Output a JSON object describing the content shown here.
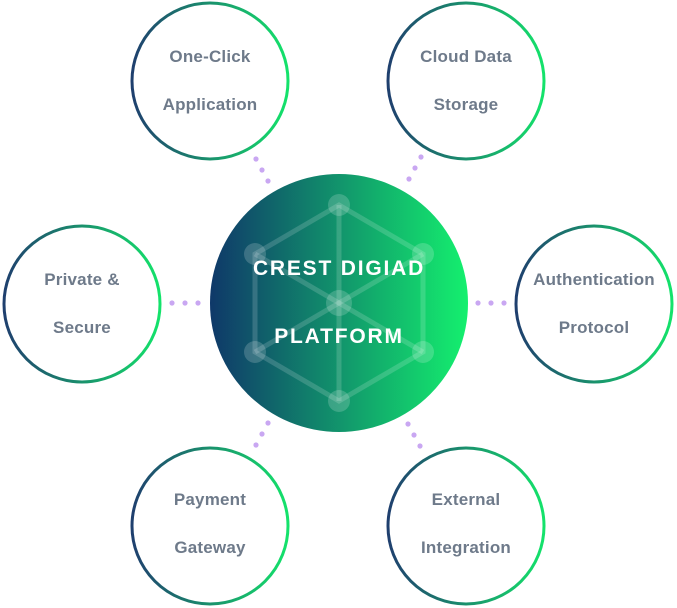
{
  "center": {
    "line1": "CREST DIGIAD",
    "line2": "PLATFORM"
  },
  "nodes": {
    "one_click": {
      "line1": "One-Click",
      "line2": "Application"
    },
    "cloud": {
      "line1": "Cloud Data",
      "line2": "Storage"
    },
    "private": {
      "line1": "Private &",
      "line2": "Secure"
    },
    "auth": {
      "line1": "Authentication",
      "line2": "Protocol"
    },
    "payment": {
      "line1": "Payment",
      "line2": "Gateway"
    },
    "external": {
      "line1": "External",
      "line2": "Integration"
    }
  },
  "colors": {
    "ring_start": "#1f3f6e",
    "ring_end": "#14e36b",
    "dot": "#c9a7f2",
    "text": "#6e7a8a",
    "center_start": "#0f3869",
    "center_end": "#14f06e"
  }
}
